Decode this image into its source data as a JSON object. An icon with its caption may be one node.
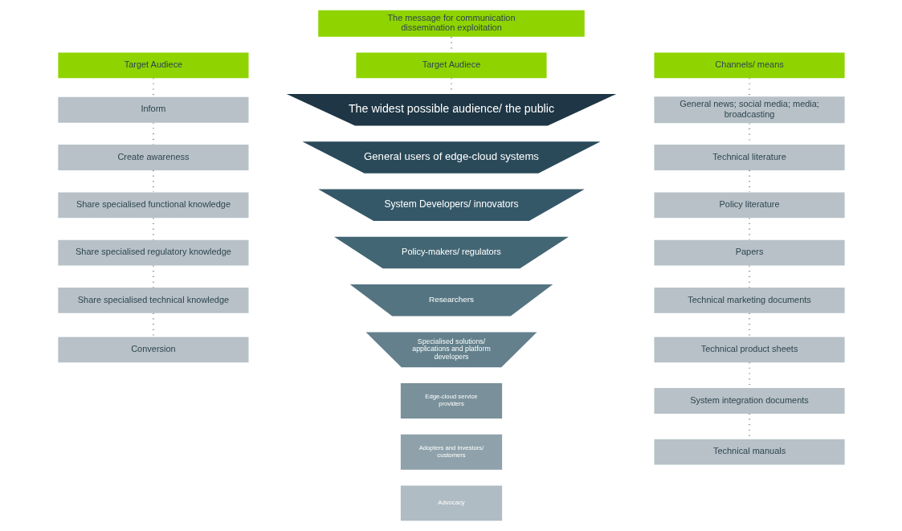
{
  "diagram": {
    "nodes": [
      {
        "text": [
          "Target Audiece"
        ]
      },
      {
        "text": [
          "Inform"
        ]
      },
      {
        "text": [
          "Create awareness"
        ]
      },
      {
        "text": [
          "Share specialised functional knowledge"
        ]
      },
      {
        "text": [
          "Share specialised regulatory knowledge"
        ]
      },
      {
        "text": [
          "Share specialised technical knowledge"
        ]
      },
      {
        "text": [
          "Conversion"
        ]
      },
      {
        "text": [
          "The message for communication dissemination exploitation"
        ]
      },
      {
        "text": [
          "Target Audiece"
        ]
      },
      {
        "text": [
          "The widest possible audience/ the public"
        ]
      },
      {
        "text": [
          "General users of edge-cloud systems"
        ]
      },
      {
        "text": [
          "System Developers/ innovators"
        ]
      },
      {
        "text": [
          "Policy-makers/ regulators"
        ]
      },
      {
        "text": [
          "Researchers"
        ]
      },
      {
        "text": [
          "Specialised solutions/ applications and platform developers"
        ]
      },
      {
        "text": [
          "Edge-cloud service providers"
        ]
      },
      {
        "text": [
          "Adopters and investors/ customers"
        ]
      },
      {
        "text": [
          "Advocacy"
        ]
      },
      {
        "text": [
          "Channels/ means"
        ]
      },
      {
        "text": [
          "General news; social media; media; broadcasting"
        ]
      },
      {
        "text": [
          "Technical literature"
        ]
      },
      {
        "text": [
          "Policy literature"
        ]
      },
      {
        "text": [
          "Papers"
        ]
      },
      {
        "text": [
          "Technical marketing documents"
        ]
      },
      {
        "text": [
          "Technical product sheets"
        ]
      },
      {
        "text": [
          "System integration documents"
        ]
      },
      {
        "text": [
          "Technical manuals"
        ]
      }
    ],
    "edges": [
      {
        "from": 0,
        "to": 1,
        "arrow": "none",
        "style": "dashed"
      },
      {
        "from": 1,
        "to": 2,
        "arrow": "none",
        "style": "dashed"
      },
      {
        "from": 2,
        "to": 3,
        "arrow": "none",
        "style": "dashed"
      },
      {
        "from": 3,
        "to": 4,
        "arrow": "none",
        "style": "dashed"
      },
      {
        "from": 4,
        "to": 5,
        "arrow": "none",
        "style": "dashed"
      },
      {
        "from": 5,
        "to": 6,
        "arrow": "none",
        "style": "dashed"
      },
      {
        "from": 7,
        "to": 8,
        "arrow": "none",
        "style": "dashed"
      },
      {
        "from": 8,
        "to": 9,
        "arrow": "none",
        "style": "dashed"
      },
      {
        "from": 18,
        "to": 19,
        "arrow": "none",
        "style": "dashed"
      },
      {
        "from": 19,
        "to": 20,
        "arrow": "none",
        "style": "dashed"
      },
      {
        "from": 20,
        "to": 21,
        "arrow": "none",
        "style": "dashed"
      },
      {
        "from": 21,
        "to": 22,
        "arrow": "none",
        "style": "dashed"
      },
      {
        "from": 22,
        "to": 23,
        "arrow": "none",
        "style": "dashed"
      },
      {
        "from": 23,
        "to": 24,
        "arrow": "none",
        "style": "dashed"
      },
      {
        "from": 24,
        "to": 25,
        "arrow": "none",
        "style": "dashed"
      },
      {
        "from": 25,
        "to": 26,
        "arrow": "none",
        "style": "dashed"
      }
    ]
  }
}
